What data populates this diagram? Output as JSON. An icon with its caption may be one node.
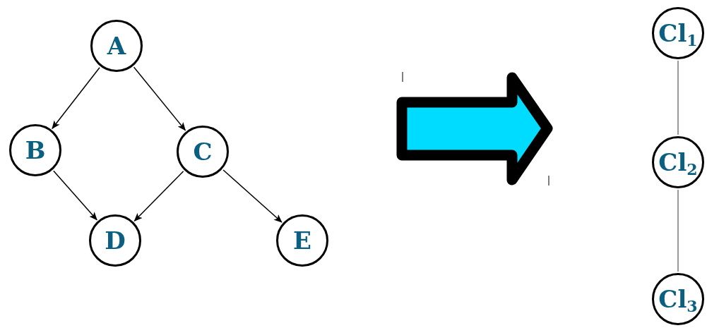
{
  "diagram": {
    "nodes": [
      {
        "text": [
          "A"
        ]
      },
      {
        "text": [
          "B"
        ]
      },
      {
        "text": [
          "C"
        ]
      },
      {
        "text": [
          "D"
        ]
      },
      {
        "text": [
          "E"
        ]
      },
      {
        "text": [
          "Cl$_{1}$"
        ]
      },
      {
        "text": [
          "Cl$_{2}$"
        ]
      },
      {
        "text": [
          "Cl$_{3}$"
        ]
      }
    ],
    "edges": [
      {
        "from": 0,
        "to": 1,
        "arrow": "to"
      },
      {
        "from": 0,
        "to": 2,
        "arrow": "to"
      },
      {
        "from": 1,
        "to": 3,
        "arrow": "to"
      },
      {
        "from": 2,
        "to": 3,
        "arrow": "to"
      },
      {
        "from": 2,
        "to": 4,
        "arrow": "to"
      },
      {
        "from": 5,
        "to": 6,
        "arrow": "none"
      },
      {
        "from": 6,
        "to": 7,
        "arrow": "none"
      }
    ]
  }
}
